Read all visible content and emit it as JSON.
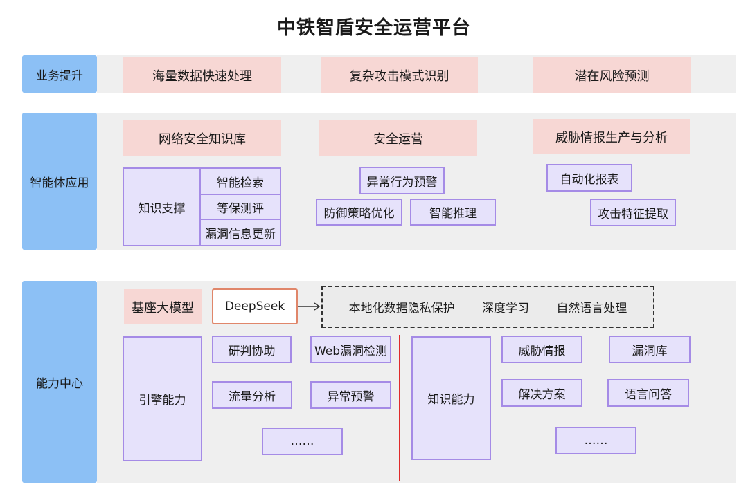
{
  "title": "中铁智盾安全运营平台",
  "business": {
    "label": "业务提升",
    "items": [
      "海量数据快速处理",
      "复杂攻击模式识别",
      "潜在风险预测"
    ]
  },
  "agent_apps": {
    "label": "智能体应用",
    "headers": [
      "网络安全知识库",
      "安全运营",
      "威胁情报生产与分析"
    ],
    "knowledge_support": {
      "label": "知识支撑",
      "items": [
        "智能检索",
        "等保测评",
        "漏洞信息更新"
      ]
    },
    "security_ops": [
      "异常行为预警",
      "防御策略优化",
      "智能推理"
    ],
    "threat_intel": [
      "自动化报表",
      "攻击特征提取"
    ]
  },
  "capability_center": {
    "label": "能力中心",
    "base_model_label": "基座大模型",
    "model_name": "DeepSeek",
    "model_features": [
      "本地化数据隐私保护",
      "深度学习",
      "自然语言处理"
    ],
    "engine": {
      "label": "引擎能力",
      "items": [
        "研判协助",
        "Web漏洞检测",
        "流量分析",
        "异常预警"
      ],
      "more": "……"
    },
    "knowledge": {
      "label": "知识能力",
      "items": [
        "威胁情报",
        "漏洞库",
        "解决方案",
        "语言问答"
      ],
      "more": "……"
    }
  }
}
